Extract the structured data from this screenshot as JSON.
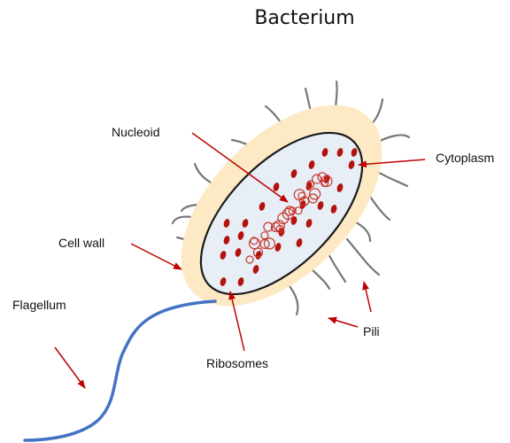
{
  "title": "Bacterium",
  "labels": {
    "nucleoid": "Nucleoid",
    "cytoplasm": "Cytoplasm",
    "cell_wall": "Cell wall",
    "flagellum": "Flagellum",
    "pili": "Pili",
    "ribosomes": "Ribosomes"
  },
  "colors": {
    "cell_wall": "#fde9c4",
    "cytoplasm": "#e8eef6",
    "membrane": "#1a1a1a",
    "ribosome": "#b3130f",
    "nucleoid": "#c8352a",
    "flagellum": "#4472c4",
    "pili": "#777777",
    "arrow": "#c00000"
  }
}
